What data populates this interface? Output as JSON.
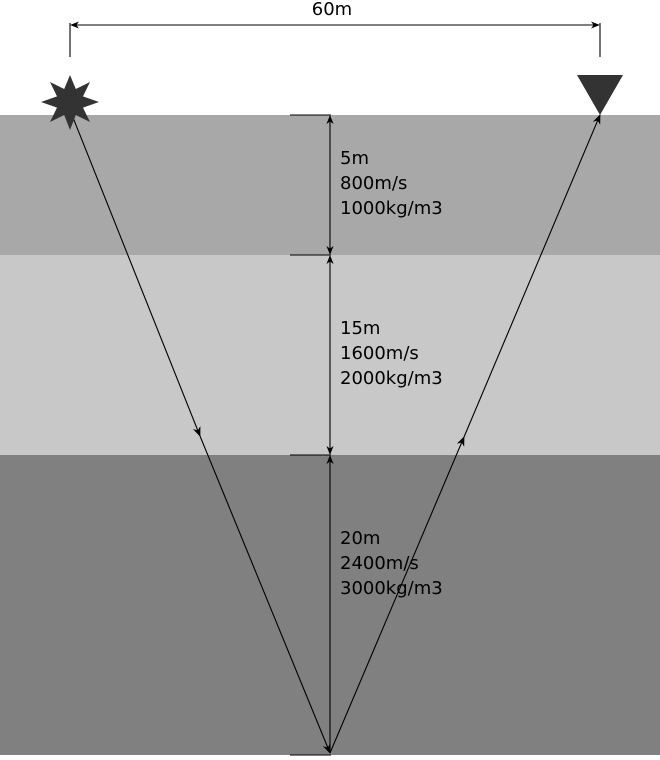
{
  "survey": {
    "offset_label": "60m"
  },
  "layers": [
    {
      "thickness": "5m",
      "velocity": "800m/s",
      "density": "1000kg/m3",
      "color": "#a8a8a8"
    },
    {
      "thickness": "15m",
      "velocity": "1600m/s",
      "density": "2000kg/m3",
      "color": "#c8c8c8"
    },
    {
      "thickness": "20m",
      "velocity": "2400m/s",
      "density": "3000kg/m3",
      "color": "#808080"
    }
  ],
  "symbols": {
    "source_icon": "explosion-star-icon",
    "receiver_icon": "triangle-down-icon",
    "symbol_color": "#333333"
  }
}
